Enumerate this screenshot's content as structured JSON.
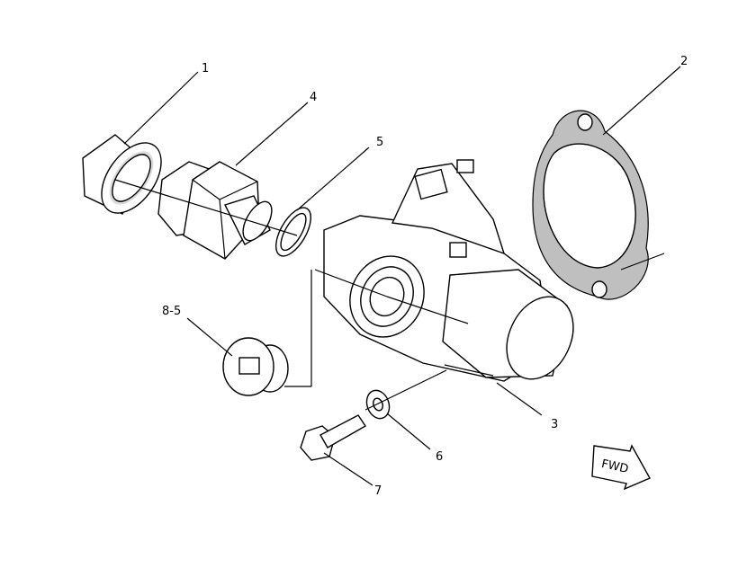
{
  "callouts": [
    {
      "id": "1",
      "label": "1"
    },
    {
      "id": "2",
      "label": "2"
    },
    {
      "id": "3",
      "label": "3"
    },
    {
      "id": "4",
      "label": "4"
    },
    {
      "id": "5",
      "label": "5"
    },
    {
      "id": "6",
      "label": "6"
    },
    {
      "id": "7",
      "label": "7"
    },
    {
      "id": "8-5",
      "label": "8-5"
    }
  ],
  "direction_badge": {
    "label": "FWD"
  }
}
